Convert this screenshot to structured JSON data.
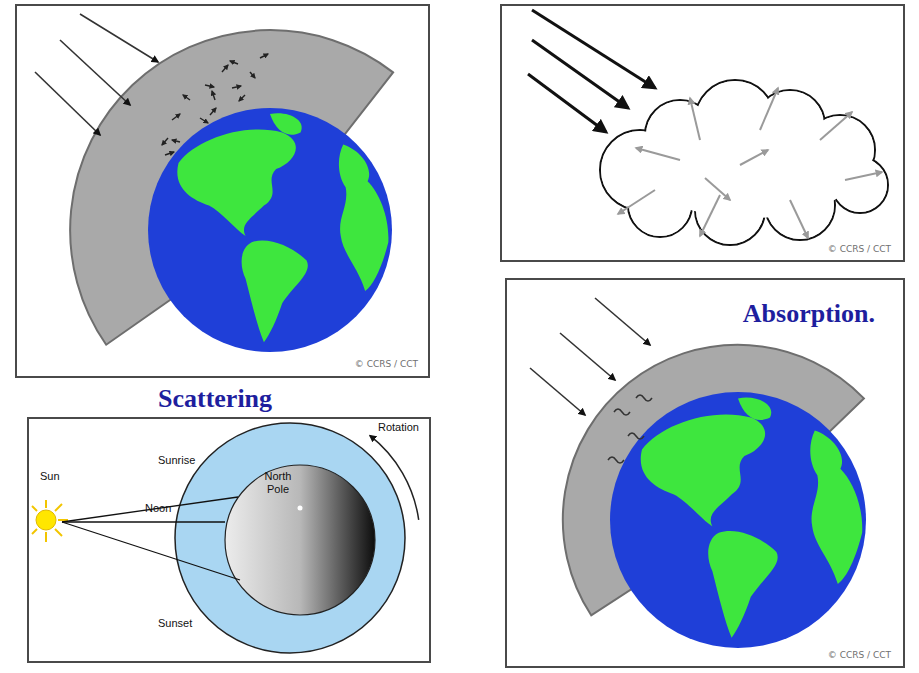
{
  "diagram": {
    "nodes": [
      {
        "text": [
          "© CCRS / CCT"
        ]
      },
      {
        "text": [
          "© CCRS / CCT"
        ]
      },
      {
        "text": [
          "Absorption.",
          "© CCRS / CCT"
        ]
      }
    ],
    "labels": [
      "Scattering",
      "Sun",
      "Sunrise",
      "Noon",
      "North Pole",
      "Sunset",
      "Rotation"
    ]
  }
}
